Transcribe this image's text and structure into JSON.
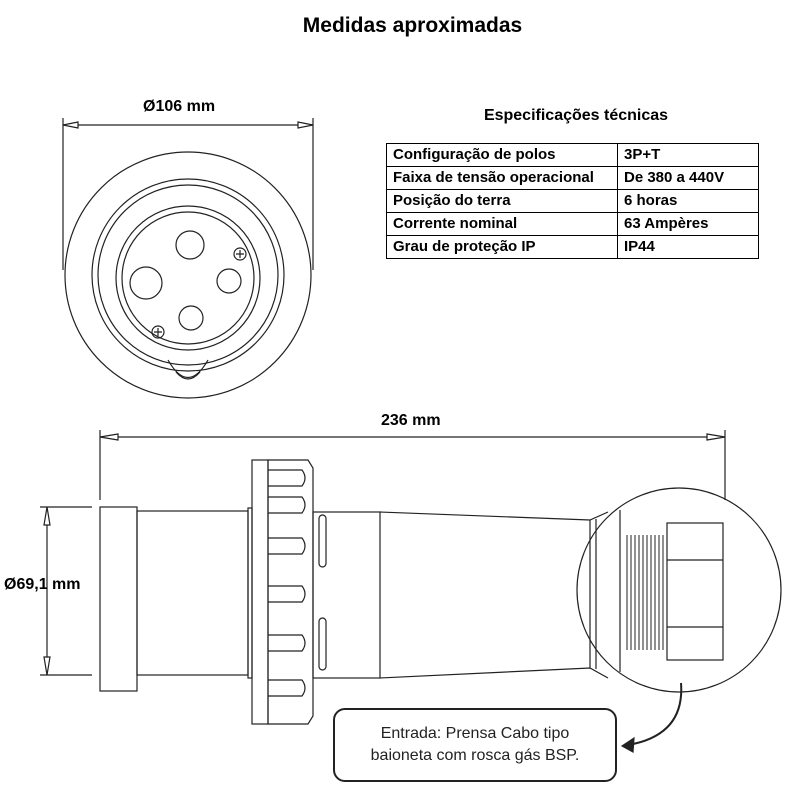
{
  "title": "Medidas aproximadas",
  "dimensions": {
    "diameter_front": "Ø106 mm",
    "length": "236 mm",
    "diameter_side": "Ø69,1 mm"
  },
  "specs": {
    "title": "Especificações técnicas",
    "rows": [
      {
        "label": "Configuração de polos",
        "value": "3P+T"
      },
      {
        "label": "Faixa de tensão operacional",
        "value": "De 380 a 440V"
      },
      {
        "label": "Posição do terra",
        "value": "6 horas"
      },
      {
        "label": "Corrente nominal",
        "value": "63 Ampères"
      },
      {
        "label": "Grau de proteção IP",
        "value": "IP44"
      }
    ]
  },
  "callout": {
    "line1": "Entrada: Prensa Cabo tipo",
    "line2": "baioneta com rosca gás BSP."
  }
}
